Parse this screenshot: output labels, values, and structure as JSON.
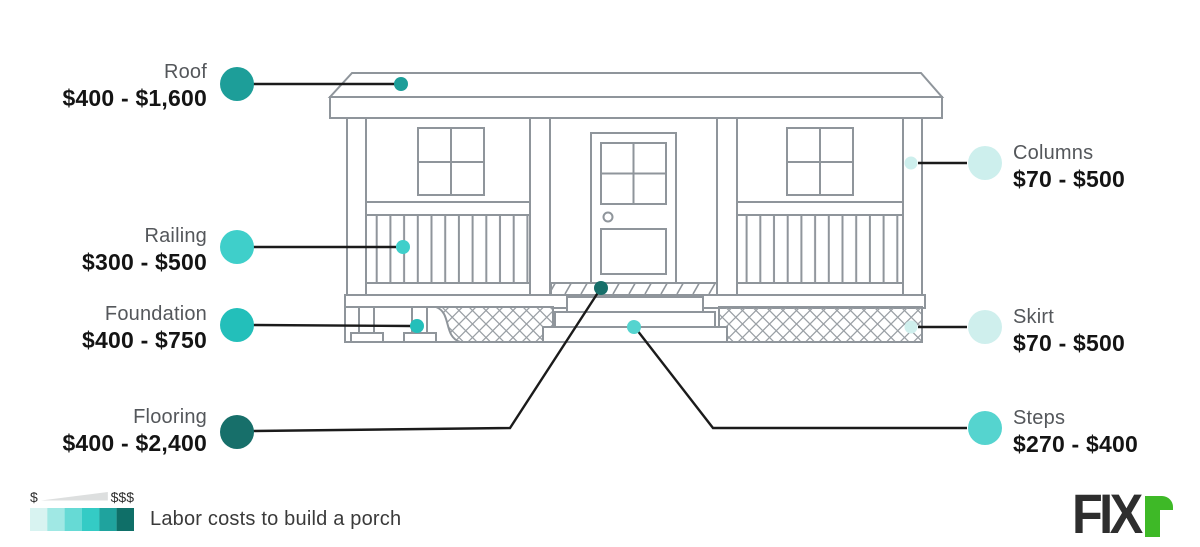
{
  "callouts": {
    "roof": {
      "label": "Roof",
      "price": "$400 - $1,600",
      "color": "#1D9E99"
    },
    "railing": {
      "label": "Railing",
      "price": "$300 - $500",
      "color": "#3FCFCA"
    },
    "foundation": {
      "label": "Foundation",
      "price": "$400 - $750",
      "color": "#23BFBA"
    },
    "flooring": {
      "label": "Flooring",
      "price": "$400 - $2,400",
      "color": "#176F6A"
    },
    "columns": {
      "label": "Columns",
      "price": "$70 - $500",
      "color": "#CDEFED"
    },
    "skirt": {
      "label": "Skirt",
      "price": "$70 - $500",
      "color": "#CFEFED"
    },
    "steps": {
      "label": "Steps",
      "price": "$270 - $400",
      "color": "#55D4CF"
    }
  },
  "legend": {
    "low_label": "$",
    "high_label": "$$$",
    "caption": "Labor costs to build a porch",
    "scale": [
      "#D8F3F1",
      "#A0E8E4",
      "#66DAD5",
      "#34CBC5",
      "#1FA39E",
      "#0F6F68"
    ]
  },
  "logo": {
    "text": "FIX",
    "accent_color": "#3EB927"
  }
}
